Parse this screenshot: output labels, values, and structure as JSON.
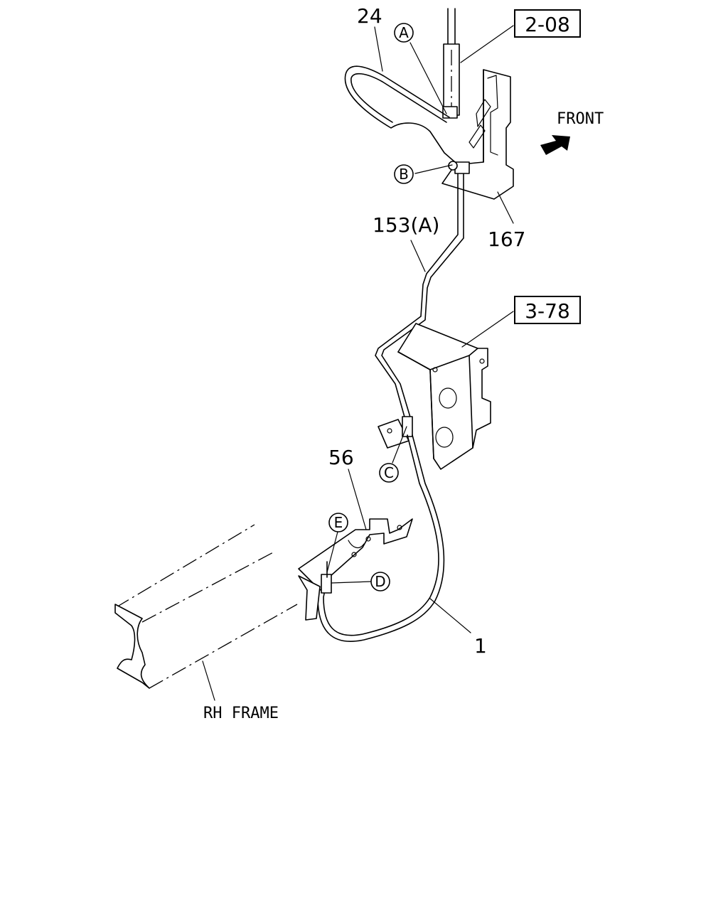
{
  "callouts": {
    "part_24": "24",
    "part_153a": "153(A)",
    "part_167": "167",
    "part_56": "56",
    "part_1": "1"
  },
  "refs": {
    "ref_2_08": "2-08",
    "ref_3_78": "3-78"
  },
  "points": {
    "a": "A",
    "b": "B",
    "c": "C",
    "d": "D",
    "e": "E"
  },
  "text_labels": {
    "front": "FRONT",
    "rh_frame": "RH FRAME"
  },
  "colors": {
    "line": "#000000",
    "background": "#ffffff"
  }
}
